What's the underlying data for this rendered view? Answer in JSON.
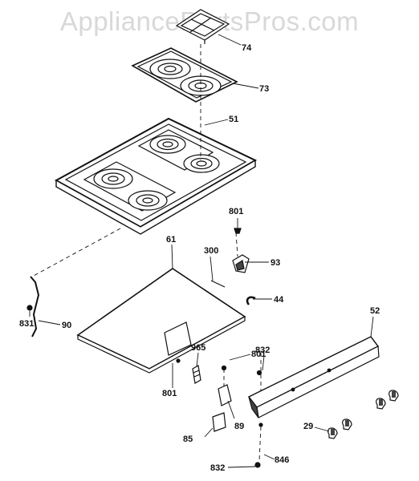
{
  "watermark": "AppliancePartsPros.com",
  "colors": {
    "line": "#111111",
    "fill": "#ffffff",
    "shade": "#444444",
    "watermark": "#d8d8d8"
  },
  "callouts": {
    "p74": "74",
    "p73": "73",
    "p51": "51",
    "p801a": "801",
    "p61": "61",
    "p300": "300",
    "p93": "93",
    "p44": "44",
    "p52": "52",
    "p90": "90",
    "p831": "831",
    "p965": "965",
    "p801b": "801",
    "p832a": "832",
    "p801c": "801",
    "p89": "89",
    "p29": "29",
    "p85": "85",
    "p846": "846",
    "p832b": "832"
  }
}
